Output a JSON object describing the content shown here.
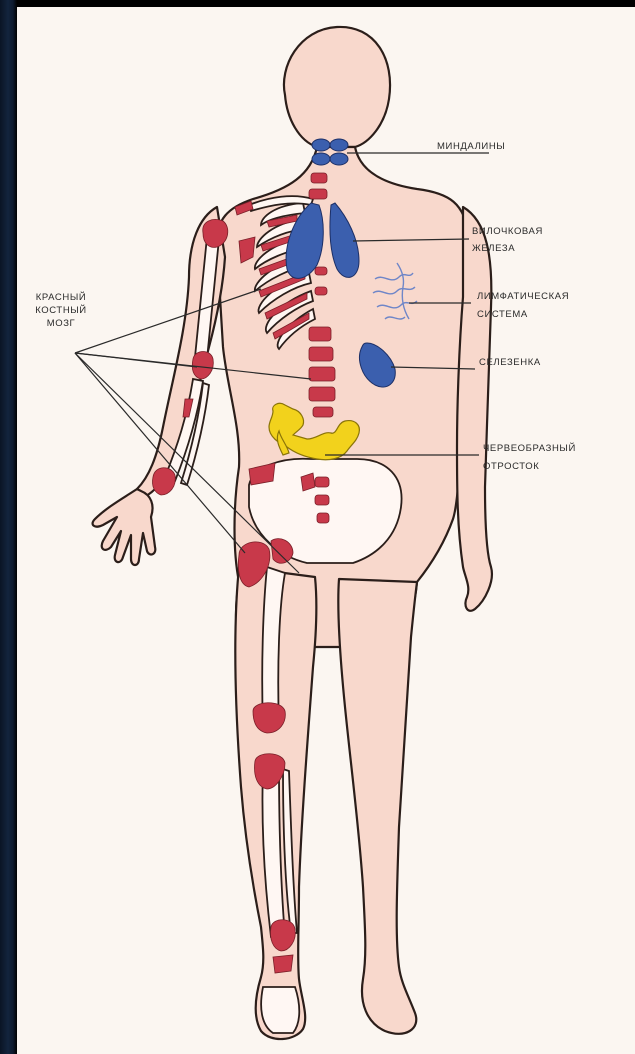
{
  "labels": {
    "tonsils": "МИНДАЛИНЫ",
    "thymus_line1": "ВИЛОЧКОВАЯ",
    "thymus_line2": "ЖЕЛЕЗА",
    "lymph_line1": "ЛИМФАТИЧЕСКАЯ",
    "lymph_line2": "СИСТЕМА",
    "spleen": "СЕЛЕЗЕНКА",
    "appendix_line1": "ЧЕРВЕОБРАЗНЫЙ",
    "appendix_line2": "ОТРОСТОК",
    "marrow_line1": "КРАСНЫЙ",
    "marrow_line2": "КОСТНЫЙ",
    "marrow_line3": "МОЗГ"
  },
  "colors": {
    "skin": "#f8d8cc",
    "outline": "#2b1e1a",
    "bone_marrow": "#c8394a",
    "lymph_organs": "#3b5fae",
    "appendix": "#f2d21c",
    "background": "#fbf6f1"
  }
}
